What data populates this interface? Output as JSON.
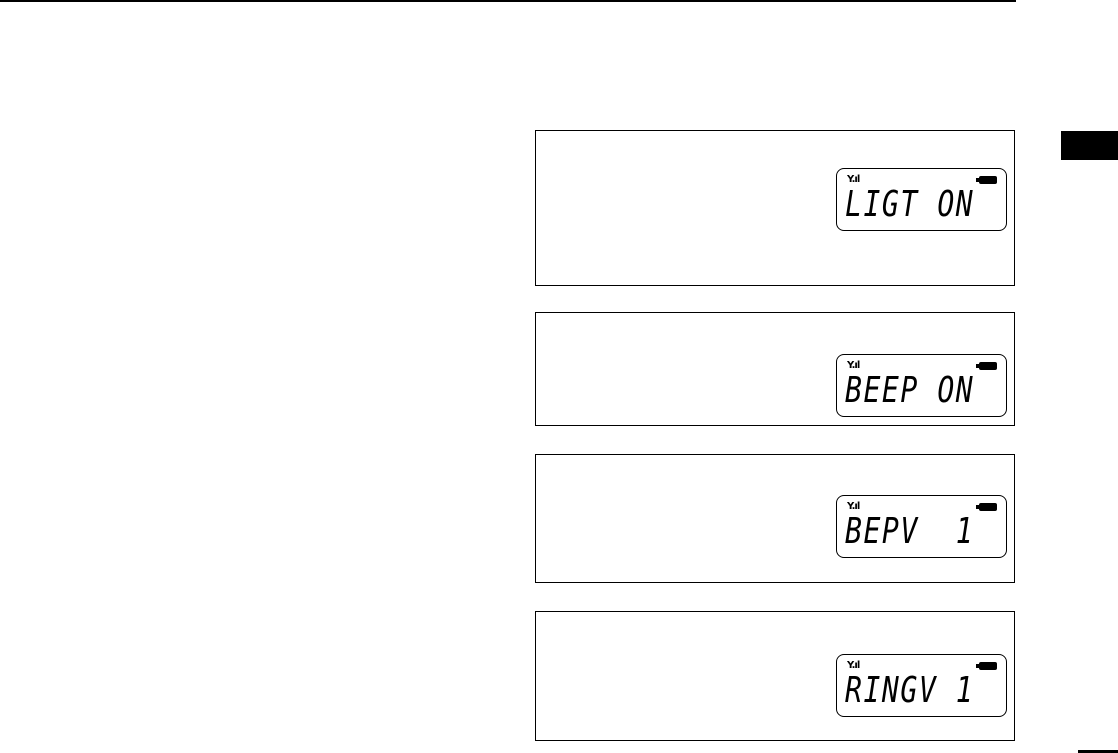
{
  "displays": [
    {
      "text": "LIGT ON",
      "signal_icon": "antenna-signal-icon",
      "battery_icon": "battery-full-icon"
    },
    {
      "text": "BEEP ON",
      "signal_icon": "antenna-signal-icon",
      "battery_icon": "battery-full-icon"
    },
    {
      "text": "BEPV  1",
      "signal_icon": "antenna-signal-icon",
      "battery_icon": "battery-full-icon"
    },
    {
      "text": "RINGV 1",
      "signal_icon": "antenna-signal-icon",
      "battery_icon": "battery-full-icon"
    }
  ]
}
